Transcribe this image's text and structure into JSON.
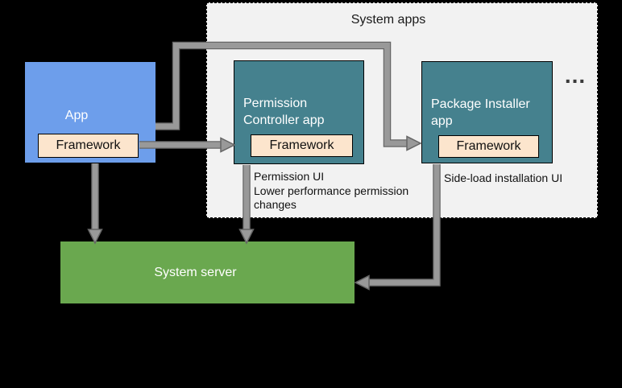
{
  "system_apps": {
    "title": "System apps",
    "ellipsis": "..."
  },
  "app": {
    "label": "App",
    "framework_label": "Framework"
  },
  "permission_controller": {
    "label": "Permission Controller app",
    "framework_label": "Framework",
    "note_line1": "Permission UI",
    "note_line2": "Lower performance permission changes"
  },
  "package_installer": {
    "label": "Package Installer app",
    "framework_label": "Framework",
    "note": "Side-load installation UI"
  },
  "system_server": {
    "label": "System server"
  },
  "colors": {
    "background": "#000000",
    "system-apps-bg": "#f2f2f2",
    "app-blue": "#6d9eeb",
    "teal": "#45818e",
    "green": "#6aa84f",
    "framework-cream": "#fce5cd",
    "arrow-gray": "#999999",
    "arrow-outline": "#666666",
    "text-light": "#ffffff"
  }
}
